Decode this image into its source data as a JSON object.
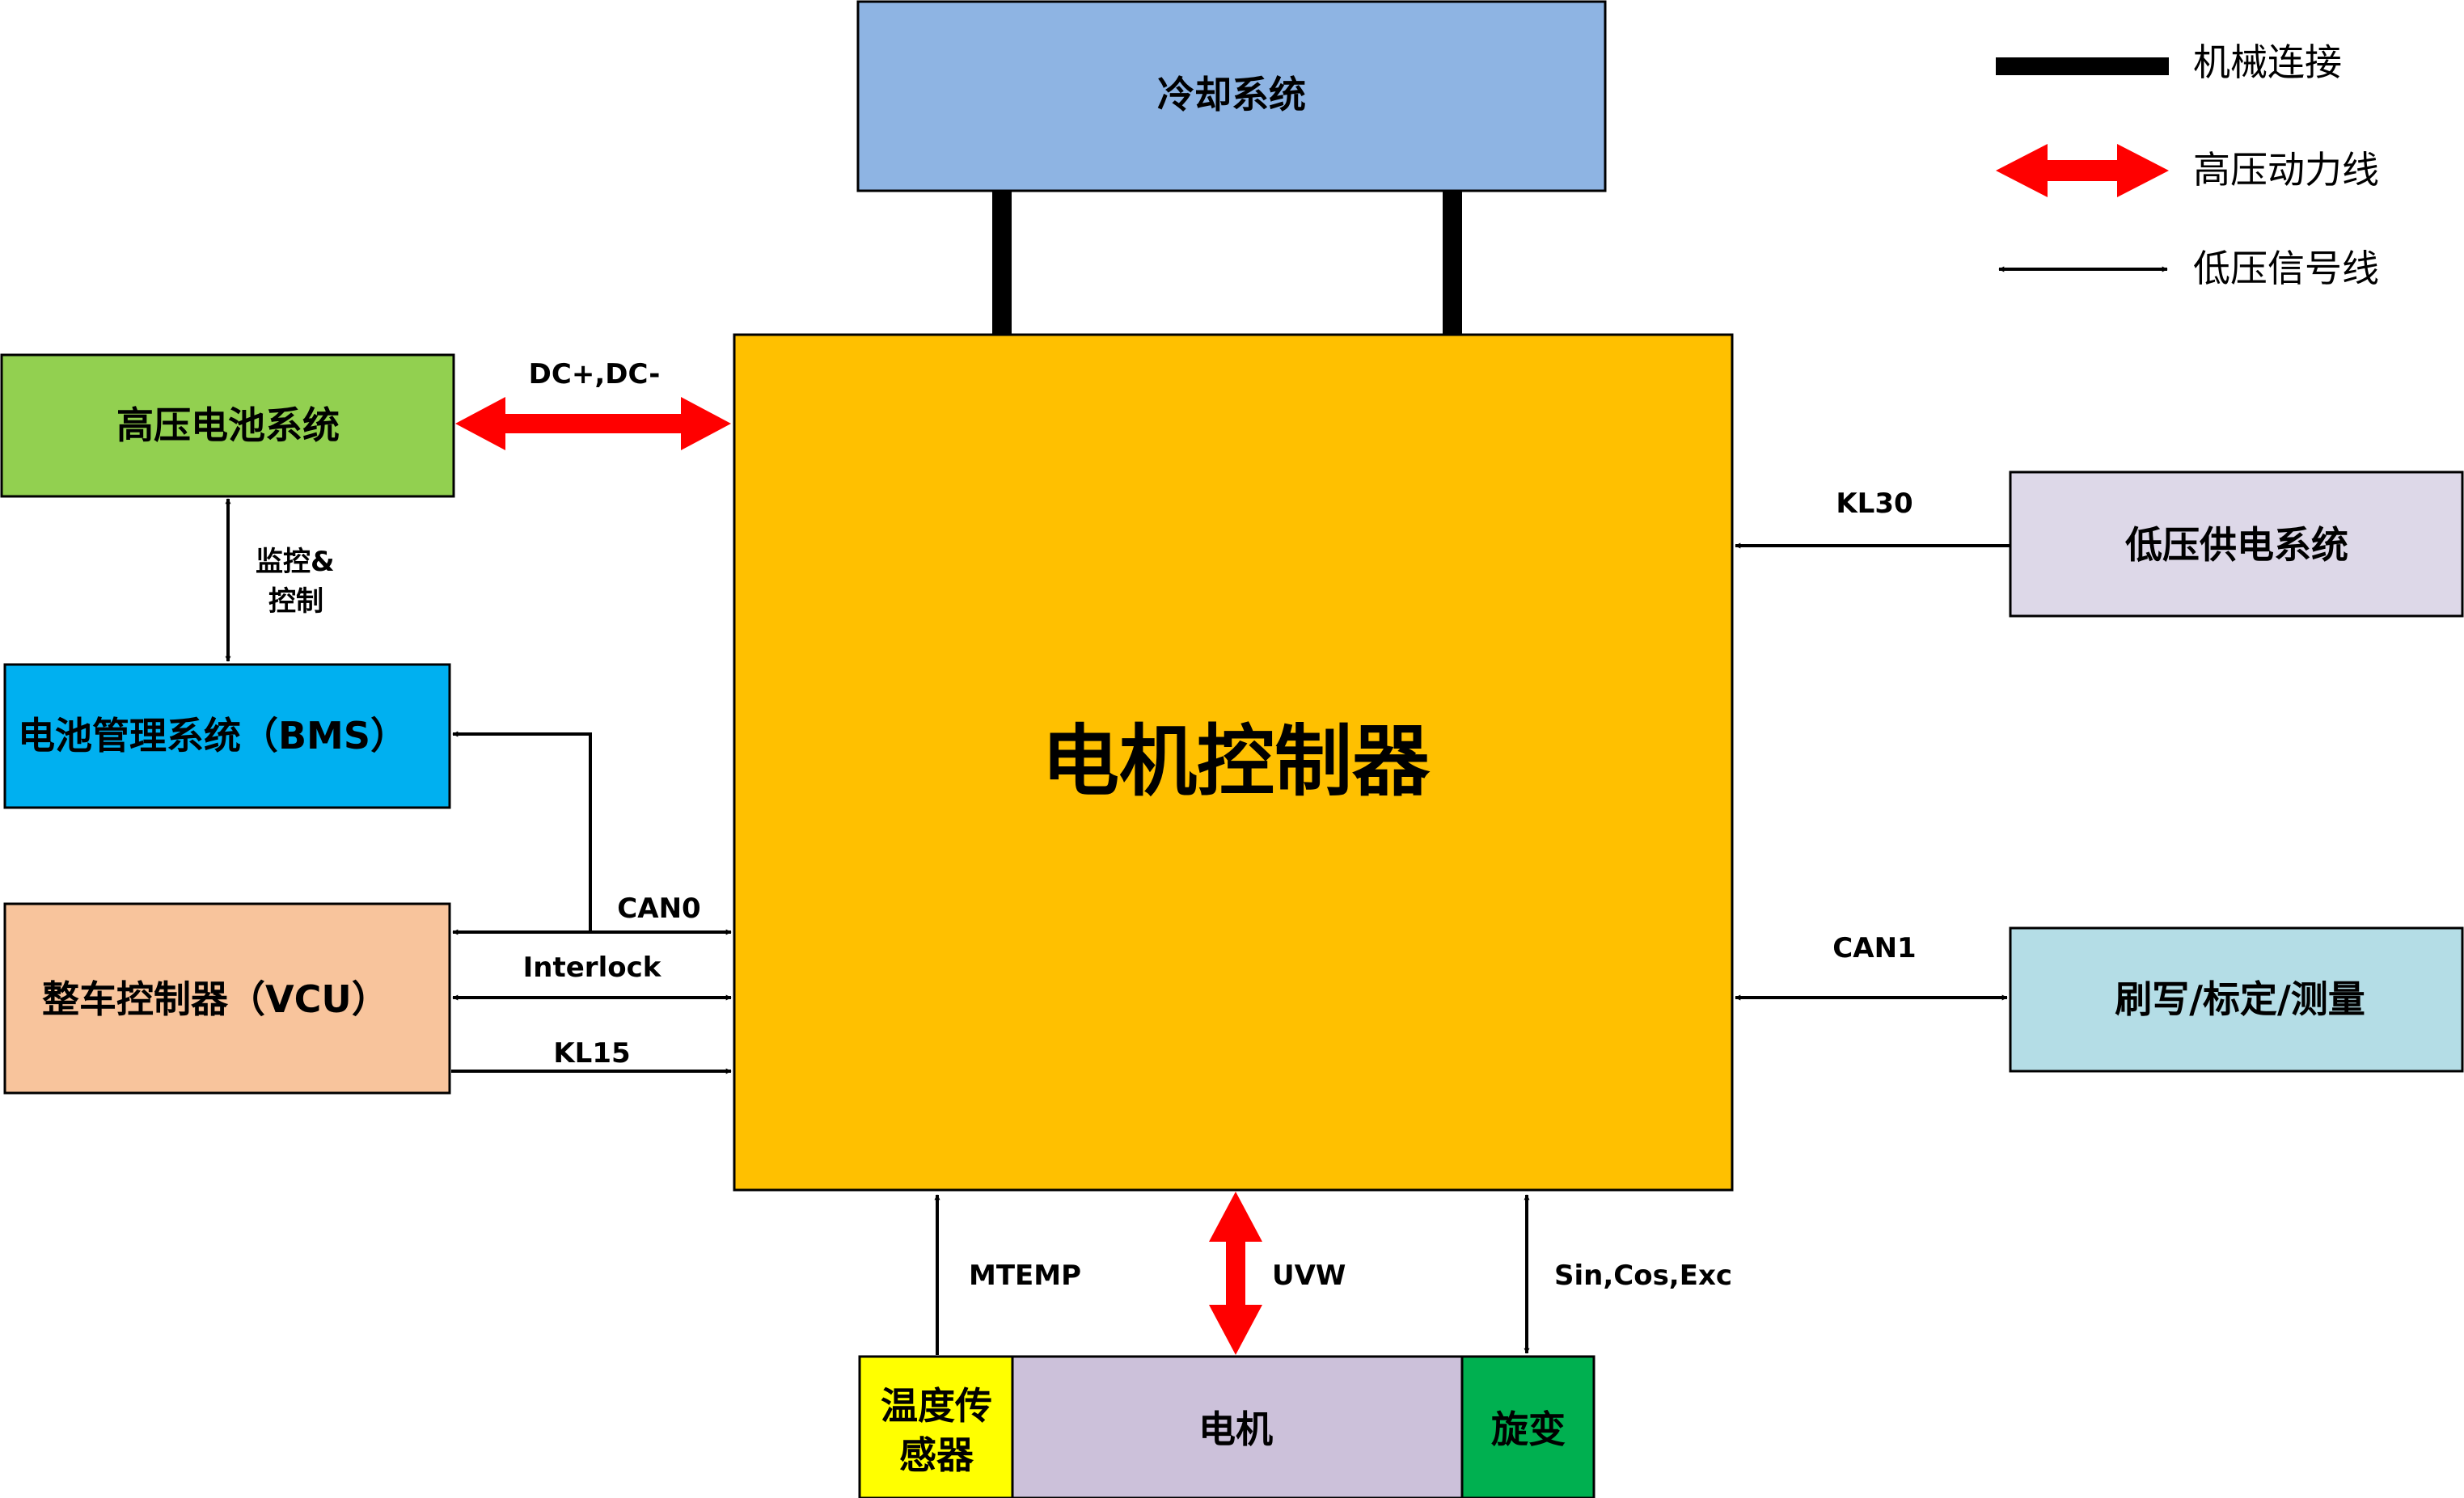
{
  "legend": {
    "mechanical": "机械连接",
    "hv_power": "高压动力线",
    "lv_signal": "低压信号线"
  },
  "blocks": {
    "motor_controller": "电机控制器",
    "cooling": "冷却系统",
    "hv_battery": "高压电池系统",
    "bms": "电池管理系统（BMS）",
    "vcu": "整车控制器（VCU）",
    "lv_supply": "低压供电系统",
    "flash_calib": "刷写/标定/测量",
    "temp_sensor_line1": "温度传",
    "temp_sensor_line2": "感器",
    "motor": "电机",
    "resolver": "旋变"
  },
  "labels": {
    "dc": "DC+,DC-",
    "monitor_line1": "监控&",
    "monitor_line2": "控制",
    "can0": "CAN0",
    "interlock": "Interlock",
    "kl15": "KL15",
    "kl30": "KL30",
    "can1": "CAN1",
    "mtemp": "MTEMP",
    "uvw": "UVW",
    "resolver_sig": "Sin,Cos,Exc"
  },
  "colors": {
    "controller": "#FFC000",
    "cooling": "#8EB4E3",
    "hv_battery": "#92D050",
    "bms": "#00B0F0",
    "vcu": "#F8C49C",
    "lv_supply": "#DDD8E8",
    "flash_calib": "#B4DDE6",
    "temp_sensor": "#FFFF00",
    "motor": "#CCC1DA",
    "resolver": "#00B050",
    "hv_line": "#FF0000",
    "mech_line": "#000000"
  }
}
